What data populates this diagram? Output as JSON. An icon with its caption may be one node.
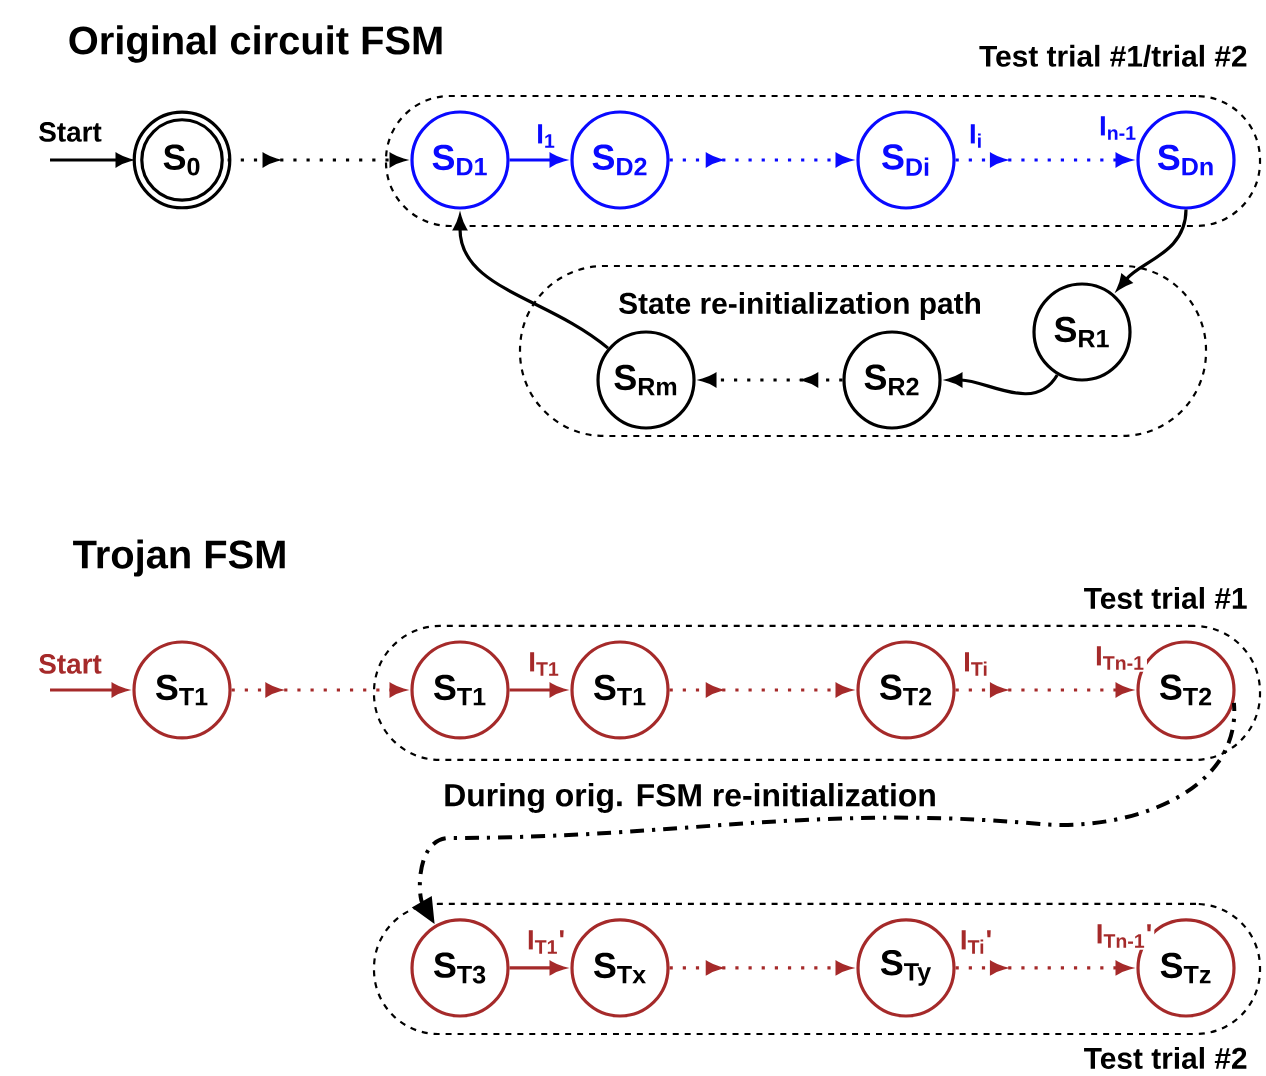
{
  "diagram": {
    "nodes": [
      {
        "text": [
          "Test trial #1/trial #2"
        ]
      },
      {
        "text": [
          "S$_{0}$"
        ]
      },
      {
        "text": [
          "S$_{D1}$"
        ],
        "in": 0
      },
      {
        "text": [
          "S$_{D2}$"
        ],
        "in": 0
      },
      {
        "text": [
          "S$_{Di}$"
        ],
        "in": 0
      },
      {
        "text": [
          "S$_{Dn}$"
        ],
        "in": 0
      },
      {
        "text": [
          "State re-initialization path"
        ]
      },
      {
        "text": [
          "S$_{R1}$"
        ],
        "in": 6
      },
      {
        "text": [
          "S$_{R2}$"
        ],
        "in": 6
      },
      {
        "text": [
          "S$_{Rm}$"
        ],
        "in": 6
      },
      {
        "text": [
          "Test trial #1"
        ]
      },
      {
        "text": [
          "S$_{T1}$"
        ]
      },
      {
        "text": [
          "S$_{T1}$"
        ],
        "in": 10
      },
      {
        "text": [
          "S$_{T1}$"
        ],
        "in": 10
      },
      {
        "text": [
          "S$_{T2}$"
        ],
        "in": 10
      },
      {
        "text": [
          "S$_{T2}$"
        ],
        "in": 10
      },
      {
        "text": [
          "Test trial #2"
        ]
      },
      {
        "text": [
          "S$_{T3}$"
        ],
        "in": 16
      },
      {
        "text": [
          "S$_{Tx}$"
        ],
        "in": 16
      },
      {
        "text": [
          "S$_{Ty}$"
        ],
        "in": 16
      },
      {
        "text": [
          "S$_{Tz}$"
        ],
        "in": 16
      }
    ],
    "edges": [
      {
        "from": null,
        "to": 1,
        "arrow": "to",
        "label": "Start",
        "color": "#000000"
      },
      {
        "from": 1,
        "to": 2,
        "arrow": "to",
        "style": "dashed",
        "color": "#000000"
      },
      {
        "from": 2,
        "to": 3,
        "arrow": "to",
        "label": "I$_{1}$",
        "color": "#0a0aff"
      },
      {
        "from": 3,
        "to": 4,
        "arrow": "to",
        "style": "dashed",
        "color": "#0a0aff"
      },
      {
        "from": 4,
        "to": 5,
        "arrow": "to",
        "style": "dashed",
        "label": "I$_{i}$",
        "color": "#0a0aff"
      },
      {
        "from": 5,
        "to": 7,
        "arrow": "to",
        "color": "#000000"
      },
      {
        "from": 7,
        "to": 8,
        "arrow": "to",
        "color": "#000000"
      },
      {
        "from": 8,
        "to": 9,
        "arrow": "to",
        "style": "dashed",
        "color": "#000000"
      },
      {
        "from": 9,
        "to": 2,
        "arrow": "to",
        "color": "#000000"
      },
      {
        "from": null,
        "to": 11,
        "arrow": "to",
        "label": "Start",
        "color": "#a52a2a"
      },
      {
        "from": 11,
        "to": 12,
        "arrow": "to",
        "style": "dashed",
        "color": "#a52a2a"
      },
      {
        "from": 12,
        "to": 13,
        "arrow": "to",
        "label": "I$_{T1}$",
        "color": "#a52a2a"
      },
      {
        "from": 13,
        "to": 14,
        "arrow": "to",
        "style": "dashed",
        "color": "#a52a2a"
      },
      {
        "from": 14,
        "to": 15,
        "arrow": "to",
        "style": "dashed",
        "label": "I$_{Ti}$",
        "color": "#a52a2a"
      },
      {
        "from": 15,
        "to": 17,
        "arrow": "to",
        "style": "dashed",
        "label": "During orig. FSM re-initialization",
        "color": "#000000"
      },
      {
        "from": 17,
        "to": 18,
        "arrow": "to",
        "label": "I$_{T1}$'",
        "color": "#a52a2a"
      },
      {
        "from": 18,
        "to": 19,
        "arrow": "to",
        "style": "dashed",
        "color": "#a52a2a"
      },
      {
        "from": 19,
        "to": 20,
        "arrow": "to",
        "style": "dashed",
        "label": "I$_{Ti}$'",
        "color": "#a52a2a"
      }
    ],
    "labels": [
      "Original circuit FSM",
      "I$_{n-1}$",
      "Trojan FSM",
      "I$_{Tn-1}$",
      "I$_{Tn-1}$'"
    ]
  }
}
